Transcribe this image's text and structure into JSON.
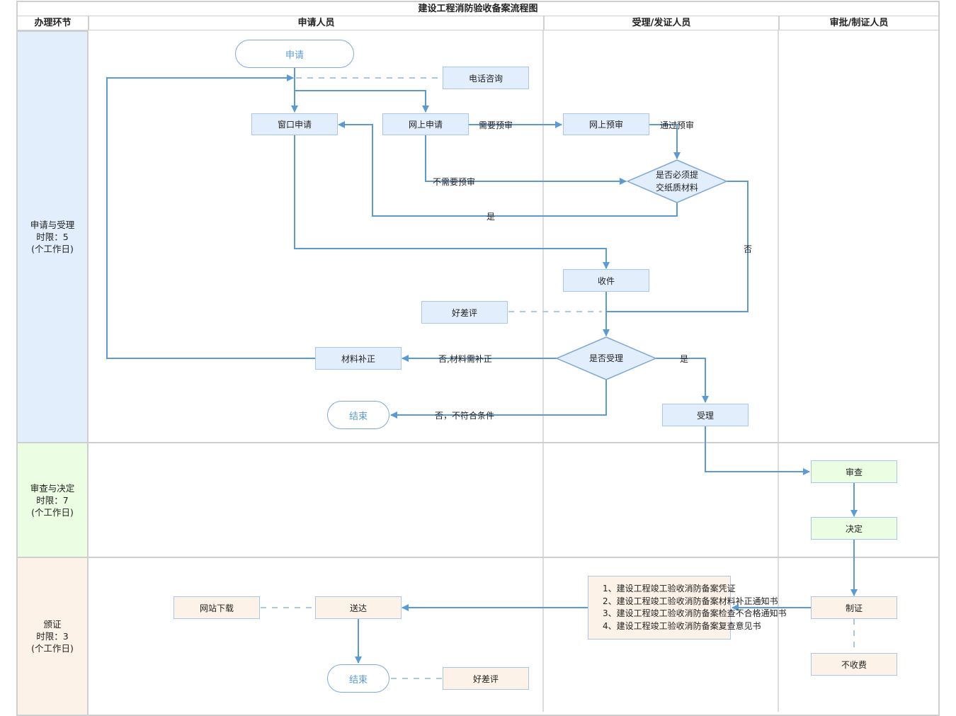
{
  "title": "建设工程消防验收备案流程图",
  "headers": {
    "phase": "办理环节",
    "applicant": "申请人员",
    "acceptor": "受理/发证人员",
    "approver": "审批/制证人员"
  },
  "phases": [
    {
      "name": "申请与受理",
      "limit": "时限：5",
      "unit": "(个工作日)",
      "color": "#e3eefc"
    },
    {
      "name": "审查与决定",
      "limit": "时限：7",
      "unit": "(个工作日)",
      "color": "#ebfde3"
    },
    {
      "name": "颁证",
      "limit": "时限：3",
      "unit": "(个工作日)",
      "color": "#fdf2e8"
    }
  ],
  "nodes": {
    "start": "申请",
    "phone": "电话咨询",
    "window_apply": "窗口申请",
    "online_apply": "网上申请",
    "online_review": "网上预审",
    "paper_decision": [
      "是否必须提",
      "交纸质材料"
    ],
    "receive": "收件",
    "rating1": "好差评",
    "accept_decision": "是否受理",
    "supplement": "材料补正",
    "end1": "结束",
    "accept": "受理",
    "review": "审查",
    "decide": "决定",
    "issue": "制证",
    "no_fee": "不收费",
    "deliver": "送达",
    "download": "网站下载",
    "end2": "结束",
    "rating2": "好差评",
    "documents": [
      "1、建设工程竣工验收消防备案凭证",
      "2、建设工程竣工验收消防备案材料补正通知书",
      "3、建设工程竣工验收消防备案检查不合格通知书",
      "4、建设工程竣工验收消防备案复查意见书"
    ]
  },
  "edge_labels": {
    "need_review": "需要预审",
    "pass_review": "通过预审",
    "no_need_review": "不需要预审",
    "yes1": "是",
    "no1": "否",
    "no_supplement": "否,材料需补正",
    "yes2": "是",
    "no_unqualified": "否，不符合条件"
  },
  "colors": {
    "line": "#5b9bd5",
    "dashed": "#a9c7e8",
    "grid": "#cfcfcf"
  }
}
